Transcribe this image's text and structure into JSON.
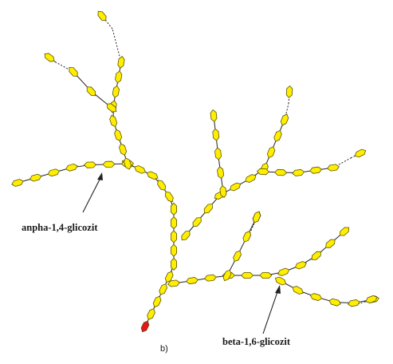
{
  "labels": {
    "alpha": "anpha-1,4-glicozit",
    "beta": "beta-1,6-glicozit",
    "panel": "b)"
  },
  "colors": {
    "unit_fill": "#ffee00",
    "unit_stroke": "#5a5200",
    "root_fill": "#e8141e",
    "link": "#222222"
  }
}
